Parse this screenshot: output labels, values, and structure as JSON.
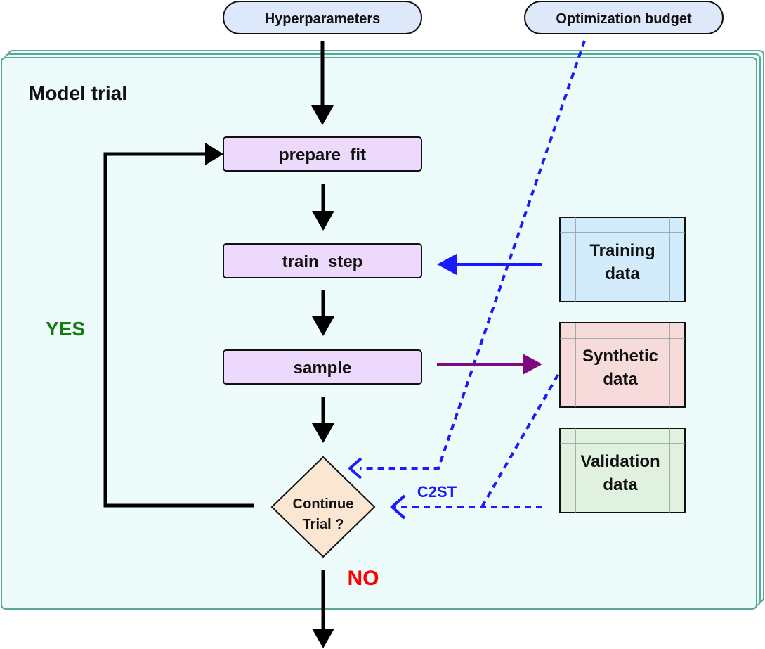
{
  "inputs": {
    "hyperparameters": "Hyperparameters",
    "budget": "Optimization budget"
  },
  "container": {
    "title": "Model trial"
  },
  "steps": {
    "prepare_fit": "prepare_fit",
    "train_step": "train_step",
    "sample": "sample"
  },
  "decision": {
    "line1": "Continue",
    "line2": "Trial ?"
  },
  "data_boxes": {
    "training": {
      "line1": "Training",
      "line2": "data"
    },
    "synthetic": {
      "line1": "Synthetic",
      "line2": "data"
    },
    "validation": {
      "line1": "Validation",
      "line2": "data"
    }
  },
  "edge_labels": {
    "yes": "YES",
    "no": "NO",
    "c2st": "C2ST"
  },
  "colors": {
    "container_fill": "#edfcfb",
    "container_stroke": "#5aa69a",
    "pill_fill": "#dde8fb",
    "step_fill": "#ecd9fb",
    "decision_fill": "#fbe6d2",
    "training_fill": "#d3ecfb",
    "synthetic_fill": "#f7dada",
    "validation_fill": "#e0f2df",
    "yes": "#127b12",
    "no": "#ff0000",
    "c2st": "#1a1aff",
    "purple_arrow": "#7d0a82"
  }
}
